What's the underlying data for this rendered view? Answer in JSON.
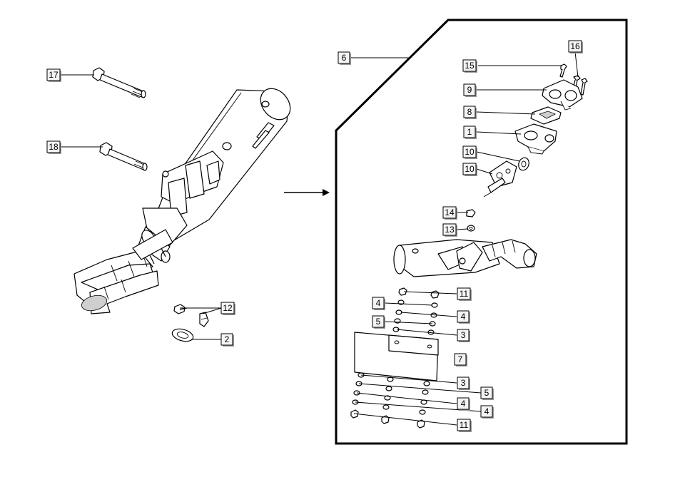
{
  "callouts": {
    "c17": "17",
    "c18": "18",
    "c12": "12",
    "c2": "2",
    "c6": "6",
    "c16": "16",
    "c15": "15",
    "c9": "9",
    "c8": "8",
    "c1": "1",
    "c10a": "10",
    "c10b": "10",
    "c14": "14",
    "c13": "13",
    "c11a": "11",
    "c4a": "4",
    "c4b": "4",
    "c5a": "5",
    "c3a": "3",
    "c7": "7",
    "c3b": "3",
    "c5b": "5",
    "c4c": "4",
    "c4d": "4",
    "c11b": "11"
  },
  "colors": {
    "line": "#000000",
    "label_fill": "#f4f4f4",
    "label_shadow": "#9a9a9a",
    "background": "#ffffff"
  }
}
